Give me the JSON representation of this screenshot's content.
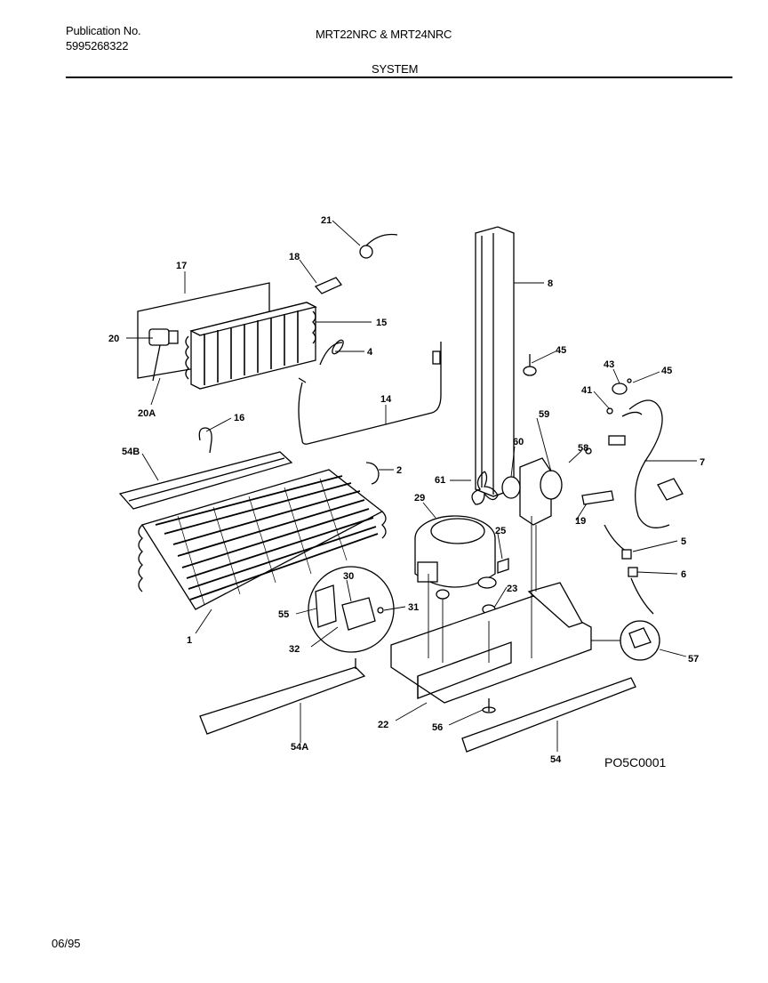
{
  "header": {
    "publication_label": "Publication No.",
    "publication_number": "5995268322",
    "model": "MRT22NRC & MRT24NRC",
    "section": "SYSTEM"
  },
  "footer": {
    "date": "06/95",
    "drawing_code": "PO5C0001"
  },
  "parts": {
    "p21": "21",
    "p18": "18",
    "p17": "17",
    "p15": "15",
    "p20": "20",
    "p20a": "20A",
    "p4": "4",
    "p14": "14",
    "p16": "16",
    "p8": "8",
    "p45a": "45",
    "p43": "43",
    "p45b": "45",
    "p41": "41",
    "p7": "7",
    "p59": "59",
    "p60": "60",
    "p58": "58",
    "p61": "61",
    "p19": "19",
    "p29": "29",
    "p25": "25",
    "p23": "23",
    "p54b": "54B",
    "p2": "2",
    "p1": "1",
    "p30": "30",
    "p55": "55",
    "p31": "31",
    "p32": "32",
    "p5": "5",
    "p6": "6",
    "p57": "57",
    "p22": "22",
    "p56": "56",
    "p54a": "54A",
    "p54": "54"
  }
}
